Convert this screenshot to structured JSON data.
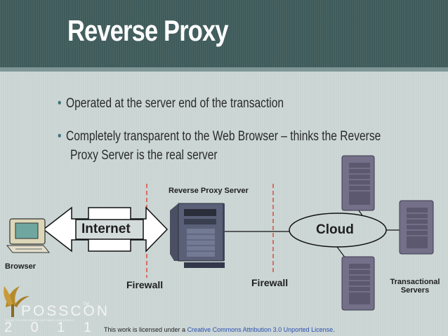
{
  "slide": {
    "title": "Reverse Proxy",
    "bullets": [
      {
        "text": "Operated at the server end of the transaction",
        "continuation": ""
      },
      {
        "text": "Completely transparent to the Web Browser – thinks the Reverse",
        "continuation": "Proxy Server is the real server"
      }
    ],
    "bullet_glyph": "•"
  },
  "diagram": {
    "reverse_proxy_label": "Reverse Proxy Server",
    "internet_label": "Internet",
    "cloud_label": "Cloud",
    "browser_label": "Browser",
    "firewall_left_label": "Firewall",
    "firewall_right_label": "Firewall",
    "transactional_label_line1": "Transactional",
    "transactional_label_line2": "Servers"
  },
  "footer": {
    "license_prefix": "This work is licensed under a ",
    "license_link": "Creative Commons Attribution 3.0 Unported License",
    "license_suffix": "."
  },
  "logo": {
    "name": "POSSCON",
    "tm": "TM",
    "year_digits": [
      "2",
      "0",
      "1",
      "1"
    ],
    "tagline": "PALMETTO OPEN SOURCE SOFTWARE CONFERENCE"
  },
  "colors": {
    "title_bar": "#3f5a5a",
    "accent": "#3d7480",
    "firewall_line": "#d84a3a",
    "link": "#2a4fb0"
  }
}
